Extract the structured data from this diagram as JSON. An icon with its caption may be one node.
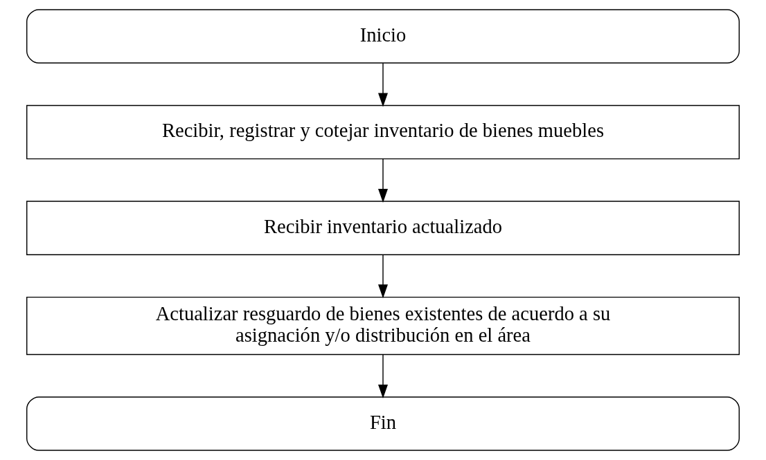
{
  "diagram": {
    "nodes": [
      {
        "text": [
          "Inicio"
        ]
      },
      {
        "text": [
          "Recibir, registrar y cotejar inventario de bienes muebles"
        ]
      },
      {
        "text": [
          "Recibir inventario actualizado"
        ]
      },
      {
        "text": [
          "Actualizar resguardo de bienes existentes de acuerdo a su asignación y/o distribución en el área"
        ]
      },
      {
        "text": [
          "Fin"
        ]
      }
    ],
    "edges": [
      {
        "from": 0,
        "to": 1,
        "arrow": "to"
      },
      {
        "from": 1,
        "to": 2,
        "arrow": "to"
      },
      {
        "from": 2,
        "to": 3,
        "arrow": "to"
      },
      {
        "from": 3,
        "to": 4,
        "arrow": "to"
      }
    ]
  }
}
